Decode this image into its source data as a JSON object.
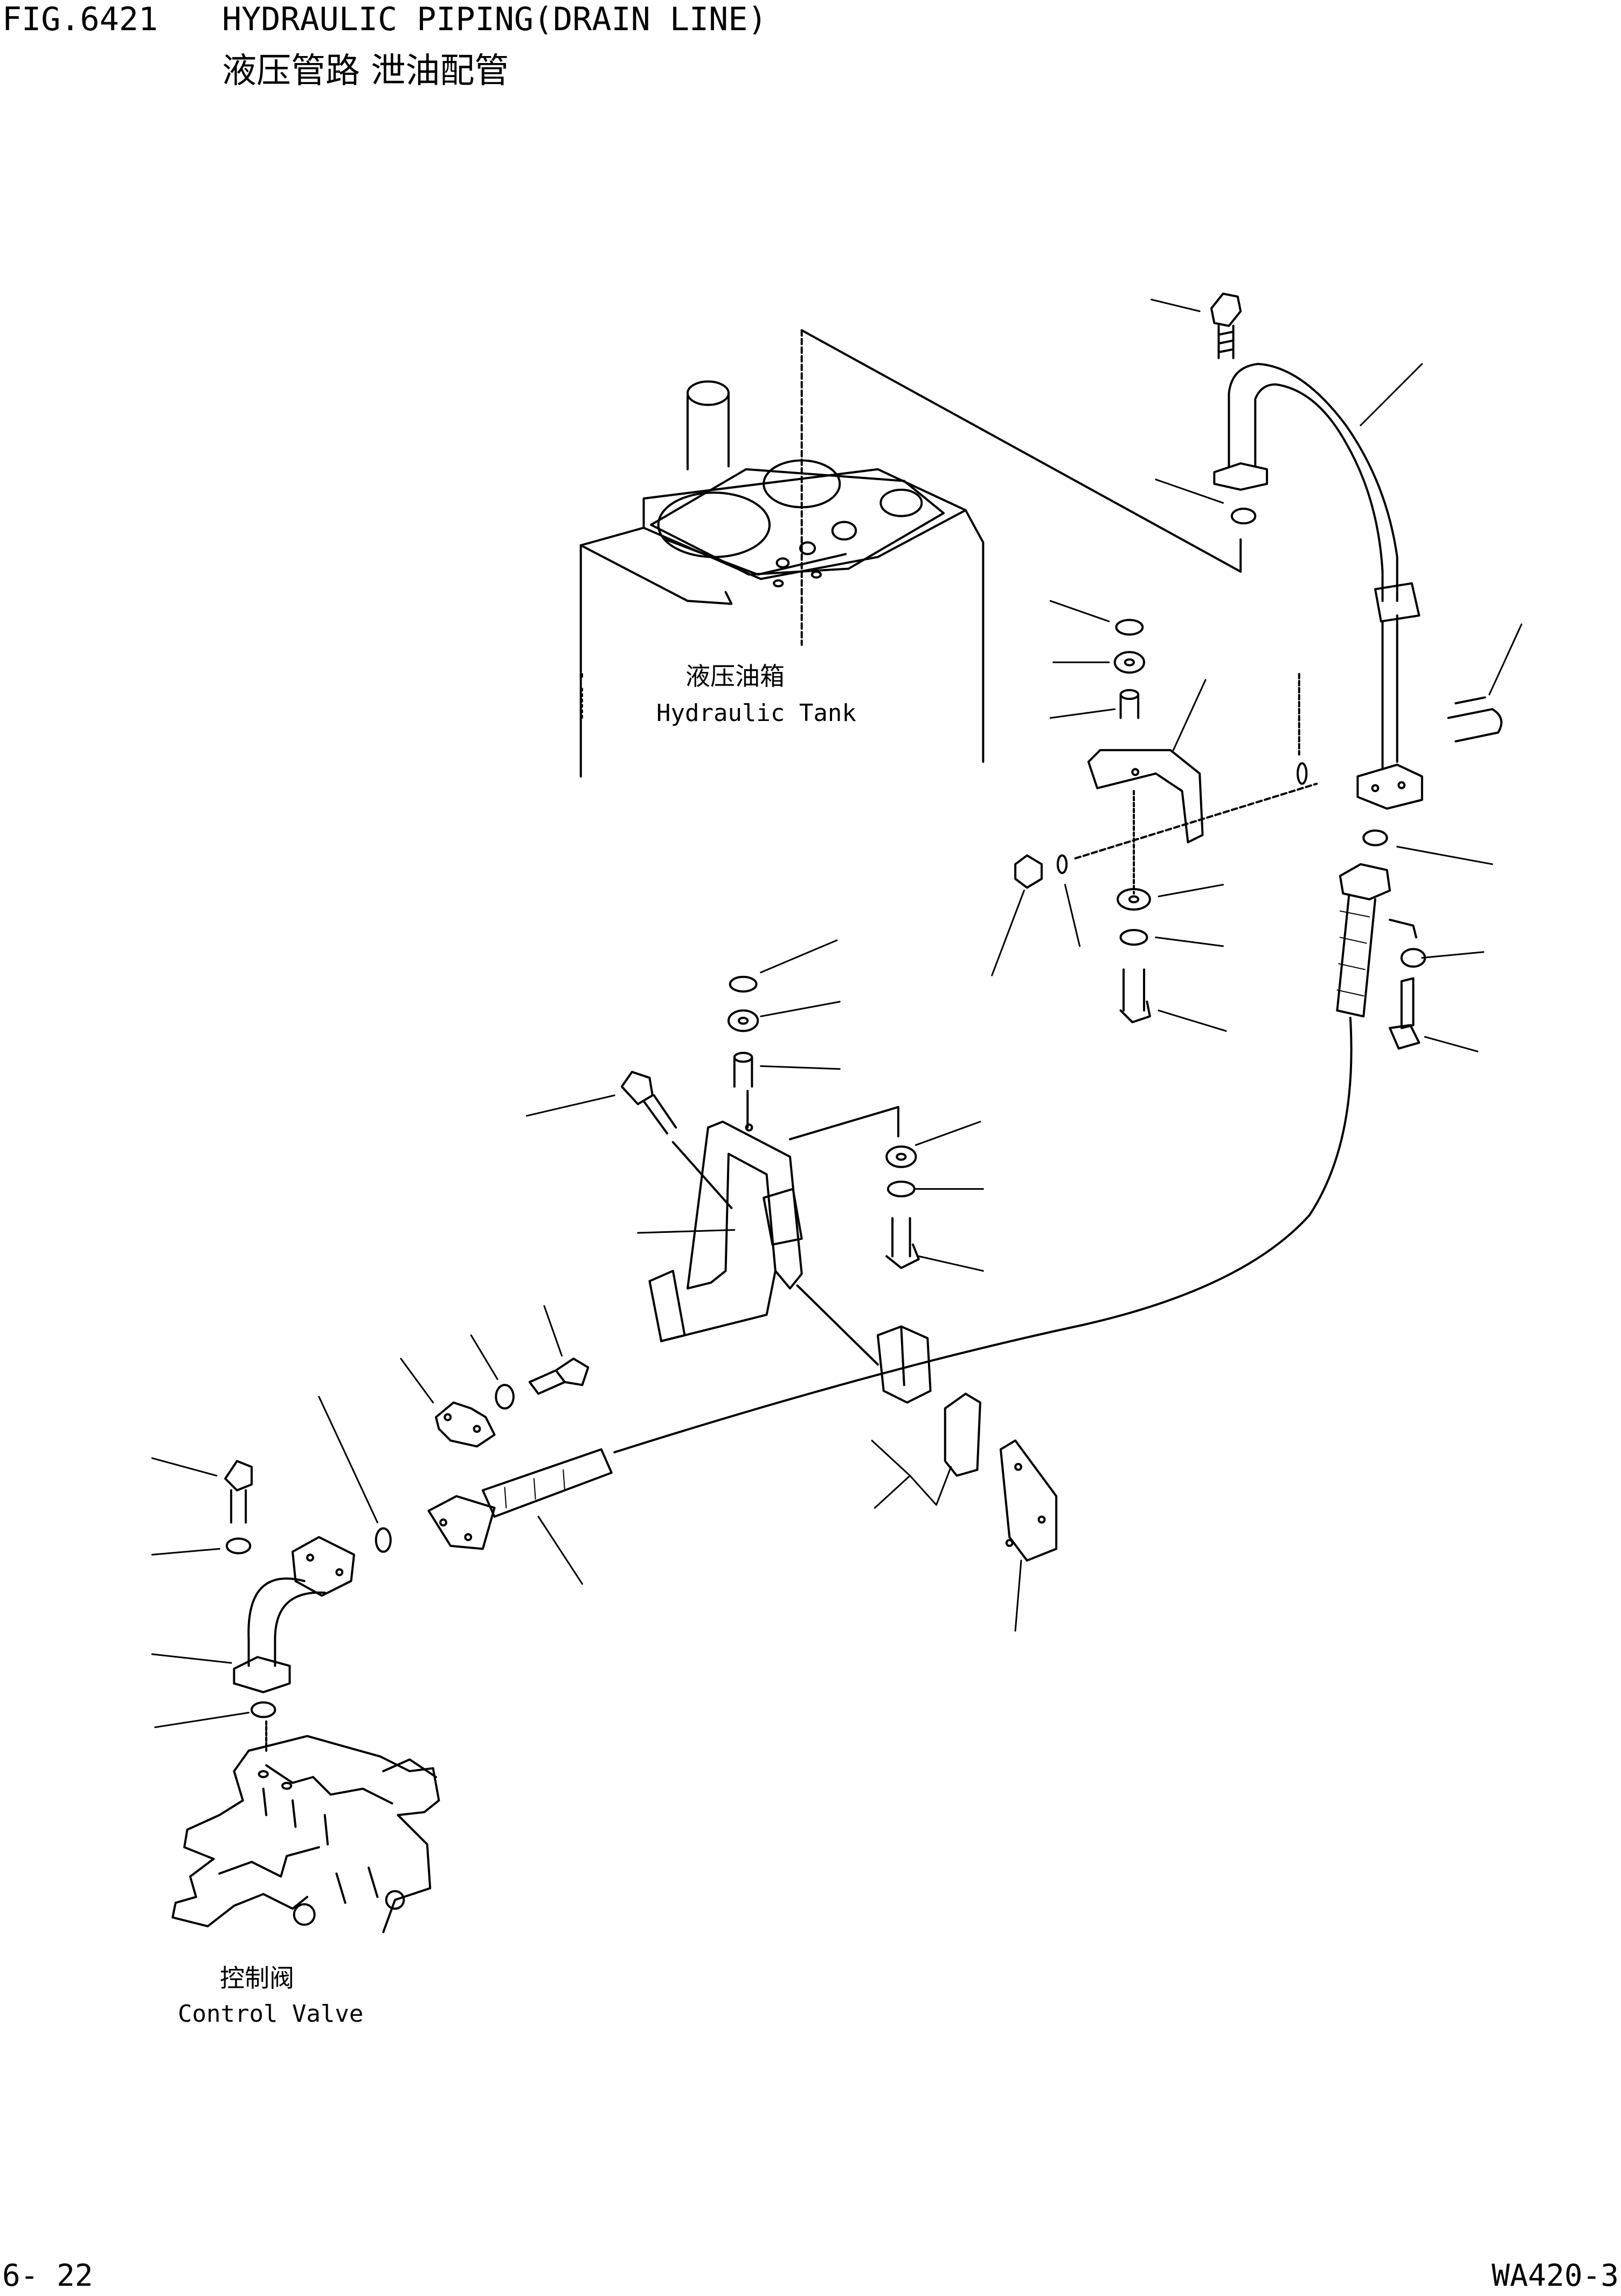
{
  "header": {
    "fig_label": "FIG.6421",
    "title_en": "HYDRAULIC PIPING(DRAIN LINE)",
    "title_cn": "液压管路 泄油配管"
  },
  "labels": {
    "tank_cn": "液压油箱",
    "tank_en": "Hydraulic Tank",
    "valve_cn": "控制阀",
    "valve_en": "Control Valve"
  },
  "footer": {
    "page_number": "6- 22",
    "model_code": "WA420-3"
  }
}
